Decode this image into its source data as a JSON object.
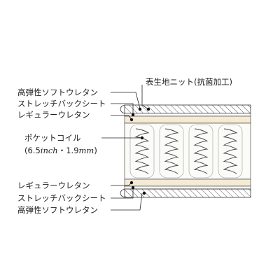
{
  "labels": {
    "cover_fabric": "表生地ニット(抗菌加工)",
    "top_high_resilience_urethane": "高弾性ソフトウレタン",
    "top_stretch_back_sheet": "ストレッチバックシート",
    "top_regular_urethane": "レギュラーウレタン",
    "pocket_coil": "ポケットコイル",
    "pocket_coil_spec_open": "(6.5",
    "pocket_coil_spec_unit1": "inch",
    "pocket_coil_spec_mid": "・1.9",
    "pocket_coil_spec_unit2": "mm",
    "pocket_coil_spec_close": ")",
    "bottom_regular_urethane": "レギュラーウレタン",
    "bottom_stretch_back_sheet": "ストレッチバックシート",
    "bottom_high_resilience_urethane": "高弾性ソフトウレタン"
  },
  "colors": {
    "foam_fill": "#f5ead4",
    "line": "#333333",
    "hatch": "#555555",
    "coil": "#444444",
    "pocket_fill": "#fbfbf8"
  }
}
